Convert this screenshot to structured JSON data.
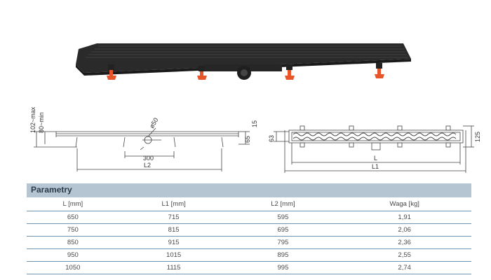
{
  "drawing_labels": {
    "side_left_max": "102~max",
    "side_left_min": "80~min",
    "side_outlet": "ø50",
    "side_right_top": "15",
    "side_right_height": "65",
    "side_300": "300",
    "side_l2": "L2",
    "top_left_width": "63",
    "top_right_width": "125",
    "top_l": "L",
    "top_l1": "L1"
  },
  "params": {
    "title": "Parametry",
    "headers": [
      "L [mm]",
      "L1 [mm]",
      "L2 [mm]",
      "Waga [kg]"
    ],
    "rows": [
      [
        "650",
        "715",
        "595",
        "1,91"
      ],
      [
        "750",
        "815",
        "695",
        "2,06"
      ],
      [
        "850",
        "915",
        "795",
        "2,36"
      ],
      [
        "950",
        "1015",
        "895",
        "2,55"
      ],
      [
        "1050",
        "1115",
        "995",
        "2,74"
      ]
    ]
  },
  "colors": {
    "channel": "#2a2a2a",
    "feet": "#e8552a",
    "table_header_bg": "#b5c5d1",
    "table_lines": "#6e94b4"
  }
}
